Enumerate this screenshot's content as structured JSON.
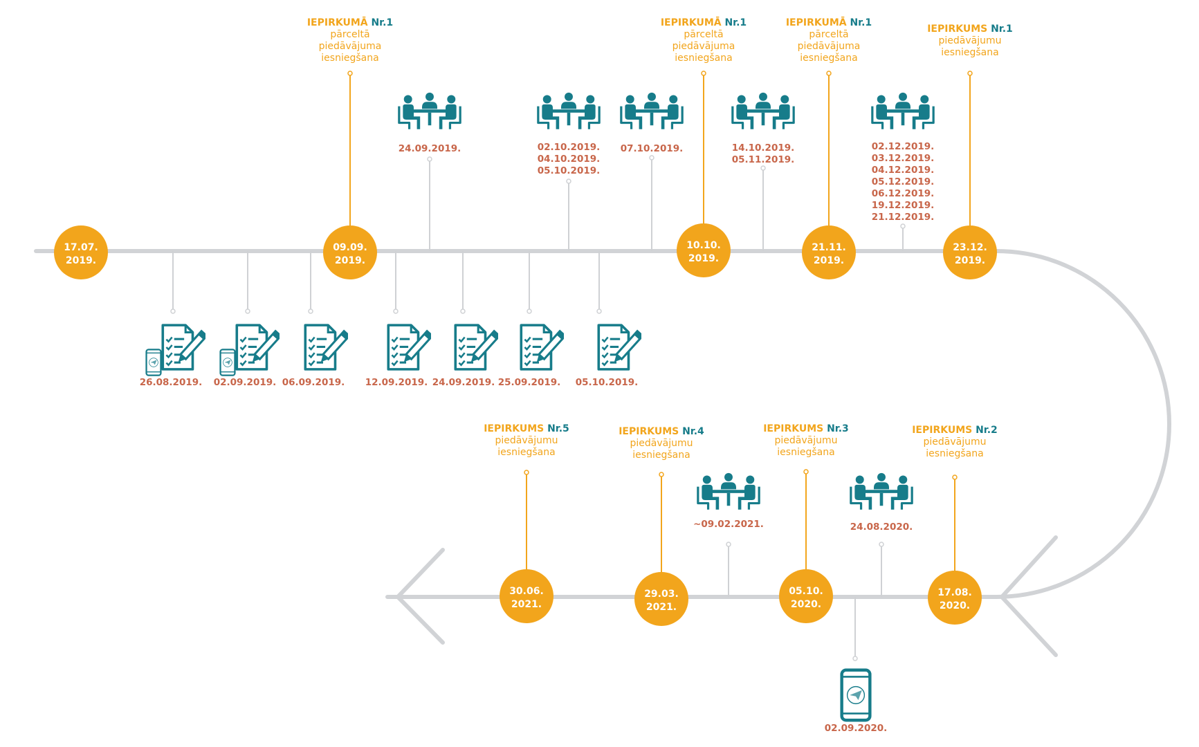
{
  "colors": {
    "line": "#d1d3d6",
    "accent": "#f2a51c",
    "date": "#c8664a",
    "icon": "#177c8a",
    "connector": "#cfd1d4"
  },
  "milestones": [
    {
      "id": "m1",
      "line1": "17.07.",
      "line2": "2019."
    },
    {
      "id": "m2",
      "line1": "09.09.",
      "line2": "2019."
    },
    {
      "id": "m3",
      "line1": "10.10.",
      "line2": "2019."
    },
    {
      "id": "m4",
      "line1": "21.11.",
      "line2": "2019."
    },
    {
      "id": "m5",
      "line1": "23.12.",
      "line2": "2019."
    },
    {
      "id": "m6",
      "line1": "17.08.",
      "line2": "2020."
    },
    {
      "id": "m7",
      "line1": "05.10.",
      "line2": "2020."
    },
    {
      "id": "m8",
      "line1": "29.03.",
      "line2": "2021."
    },
    {
      "id": "m9",
      "line1": "30.06.",
      "line2": "2021."
    }
  ],
  "callouts": [
    {
      "id": "c1",
      "word": "IEPIRKUMĀ",
      "nr": "Nr.1",
      "sub": [
        "pārceltā",
        "piedāvājuma",
        "iesniegšana"
      ]
    },
    {
      "id": "c2",
      "word": "IEPIRKUMĀ",
      "nr": "Nr.1",
      "sub": [
        "pārceltā",
        "piedāvājuma",
        "iesniegšana"
      ]
    },
    {
      "id": "c3",
      "word": "IEPIRKUMĀ",
      "nr": "Nr.1",
      "sub": [
        "pārceltā",
        "piedāvājuma",
        "iesniegšana"
      ]
    },
    {
      "id": "c4",
      "word": "IEPIRKUMS",
      "nr": "Nr.1",
      "sub": [
        "piedāvājumu",
        "iesniegšana"
      ]
    },
    {
      "id": "c5",
      "word": "IEPIRKUMS",
      "nr": "Nr.2",
      "sub": [
        "piedāvājumu",
        "iesniegšana"
      ]
    },
    {
      "id": "c6",
      "word": "IEPIRKUMS",
      "nr": "Nr.3",
      "sub": [
        "piedāvājumu",
        "iesniegšana"
      ]
    },
    {
      "id": "c7",
      "word": "IEPIRKUMS",
      "nr": "Nr.4",
      "sub": [
        "piedāvājumu",
        "iesniegšana"
      ]
    },
    {
      "id": "c8",
      "word": "IEPIRKUMS",
      "nr": "Nr.5",
      "sub": [
        "piedāvājumu",
        "iesniegšana"
      ]
    }
  ],
  "meetings": [
    {
      "id": "mt1",
      "icon": "meeting-icon",
      "dates": [
        "24.09.2019."
      ]
    },
    {
      "id": "mt2",
      "icon": "meeting-icon",
      "dates": [
        "02.10.2019.",
        "04.10.2019.",
        "05.10.2019."
      ]
    },
    {
      "id": "mt3",
      "icon": "meeting-icon",
      "dates": [
        "07.10.2019."
      ]
    },
    {
      "id": "mt4",
      "icon": "meeting-icon",
      "dates": [
        "14.10.2019.",
        "05.11.2019."
      ]
    },
    {
      "id": "mt5",
      "icon": "meeting-icon",
      "dates": [
        "02.12.2019.",
        "03.12.2019.",
        "04.12.2019.",
        "05.12.2019.",
        "06.12.2019.",
        "19.12.2019.",
        "21.12.2019."
      ]
    },
    {
      "id": "mt6",
      "icon": "meeting-icon",
      "dates": [
        "24.08.2020."
      ]
    },
    {
      "id": "mt7",
      "icon": "meeting-icon",
      "dates": [
        "~09.02.2021."
      ]
    }
  ],
  "documents": [
    {
      "id": "d1",
      "icon": "document-phone-icon",
      "date": "26.08.2019."
    },
    {
      "id": "d2",
      "icon": "document-phone-icon",
      "date": "02.09.2019."
    },
    {
      "id": "d3",
      "icon": "document-icon",
      "date": "06.09.2019."
    },
    {
      "id": "d4",
      "icon": "document-icon",
      "date": "12.09.2019."
    },
    {
      "id": "d5",
      "icon": "document-icon",
      "date": "24.09.2019."
    },
    {
      "id": "d6",
      "icon": "document-icon",
      "date": "25.09.2019."
    },
    {
      "id": "d7",
      "icon": "document-icon",
      "date": "05.10.2019."
    }
  ],
  "phones": [
    {
      "id": "p1",
      "icon": "phone-icon",
      "date": "02.09.2020."
    }
  ]
}
